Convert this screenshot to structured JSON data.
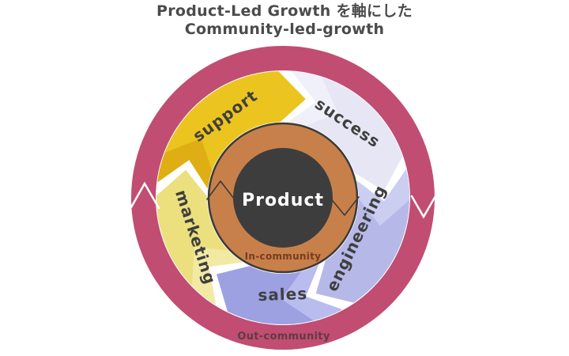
{
  "title": {
    "line1": "Product-Led Growth を軸にした",
    "line2": "Community-led-growth"
  },
  "diagram": {
    "center_label": "Product",
    "inner_ring_label": "In-community",
    "outer_ring_label": "Out-community",
    "cycle_direction": "clockwise",
    "segments": [
      {
        "label": "support"
      },
      {
        "label": "success"
      },
      {
        "label": "engineering"
      },
      {
        "label": "sales"
      },
      {
        "label": "marketing"
      }
    ]
  },
  "colors": {
    "background": "#ffffff",
    "title_text": "#4b4b4b",
    "outer_ring": "#c14d72",
    "inner_area": "#ffffff",
    "support": "#ecc41f",
    "support_band": "#dfae14",
    "success": "#e6e6f4",
    "success_band": "#f0f0fa",
    "engineering": "#b6b9e8",
    "engineering_band": "#cbcdf1",
    "sales": "#9da1e2",
    "sales_band": "#b9bcee",
    "marketing": "#ebe07d",
    "marketing_band": "#f2eaa3",
    "in_ring": "#c8804a",
    "ring_outline": "#3a3a3a",
    "core": "#3d3d3d",
    "core_text": "#ffffff",
    "segment_text": "#3f3f3f",
    "in_ring_text": "#753c22",
    "outer_ring_text": "#5f3b46",
    "break_mark_light": "#ffffff",
    "break_mark_dark": "#3b3b3b"
  }
}
